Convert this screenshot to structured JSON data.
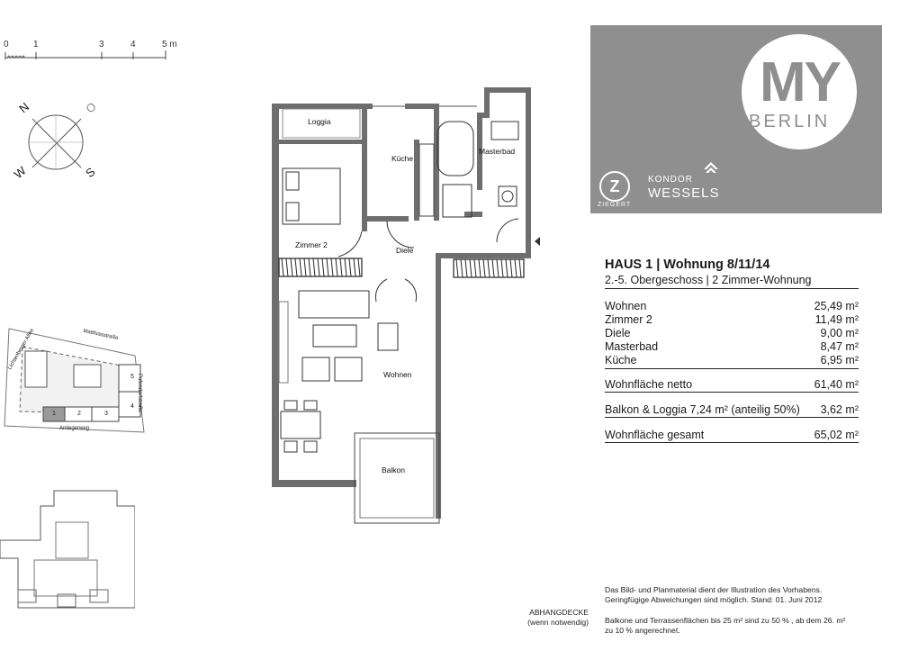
{
  "scale_bar": {
    "ticks": [
      "0",
      "1",
      "3",
      "4",
      "5 m"
    ]
  },
  "compass": {
    "labels": [
      "N",
      "O",
      "W",
      "S"
    ]
  },
  "site_plan": {
    "streets": [
      "Matthiasstraße",
      "Anliegerweg",
      "Pufendorfstraße",
      "Lichtenberger Allee"
    ],
    "building_numbers": [
      "1",
      "2",
      "3",
      "4",
      "5"
    ]
  },
  "floor_plan": {
    "rooms": {
      "loggia": "Loggia",
      "kueche": "Küche",
      "masterbad": "Masterbad",
      "zimmer2": "Zimmer 2",
      "diele": "Diele",
      "wohnen": "Wohnen",
      "balkon": "Balkon"
    }
  },
  "brand": {
    "my": "MY",
    "berlin": "BERLIN",
    "z_logo": "Z",
    "z_sub": "ZIEGERT",
    "kondor": "KONDOR",
    "wessels": "WESSELS",
    "bg_color": "#8f8f8f"
  },
  "unit": {
    "title": "HAUS 1 | Wohnung 8/11/14",
    "subtitle": "2.-5. Obergeschoss | 2 Zimmer-Wohnung",
    "rooms": [
      {
        "name": "Wohnen",
        "area": "25,49 m²"
      },
      {
        "name": "Zimmer 2",
        "area": "11,49 m²"
      },
      {
        "name": "Diele",
        "area": "9,00 m²"
      },
      {
        "name": "Masterbad",
        "area": "8,47 m²"
      },
      {
        "name": "Küche",
        "area": "6,95 m²"
      }
    ],
    "net_label": "Wohnfläche netto",
    "net_value": "61,40 m²",
    "balcony_label": "Balkon & Loggia 7,24 m² (anteilig 50%)",
    "balcony_value": "3,62 m²",
    "total_label": "Wohnfläche gesamt",
    "total_value": "65,02 m²"
  },
  "notes": {
    "illustration_1": "Das Bild- und Planmaterial dient der Illustration des Vorhabens.",
    "illustration_2": "Geringfügige Abweichungen sind möglich. Stand: 01. Juni 2012",
    "terrace_1": "Balkone und Terrassenflächen bis 25 m² sind zu 50 % , ab dem 26. m²",
    "terrace_2": "zu 10 % angerechnet.",
    "abh_1": "ABHANGDECKE",
    "abh_2": "(wenn notwendig)"
  }
}
